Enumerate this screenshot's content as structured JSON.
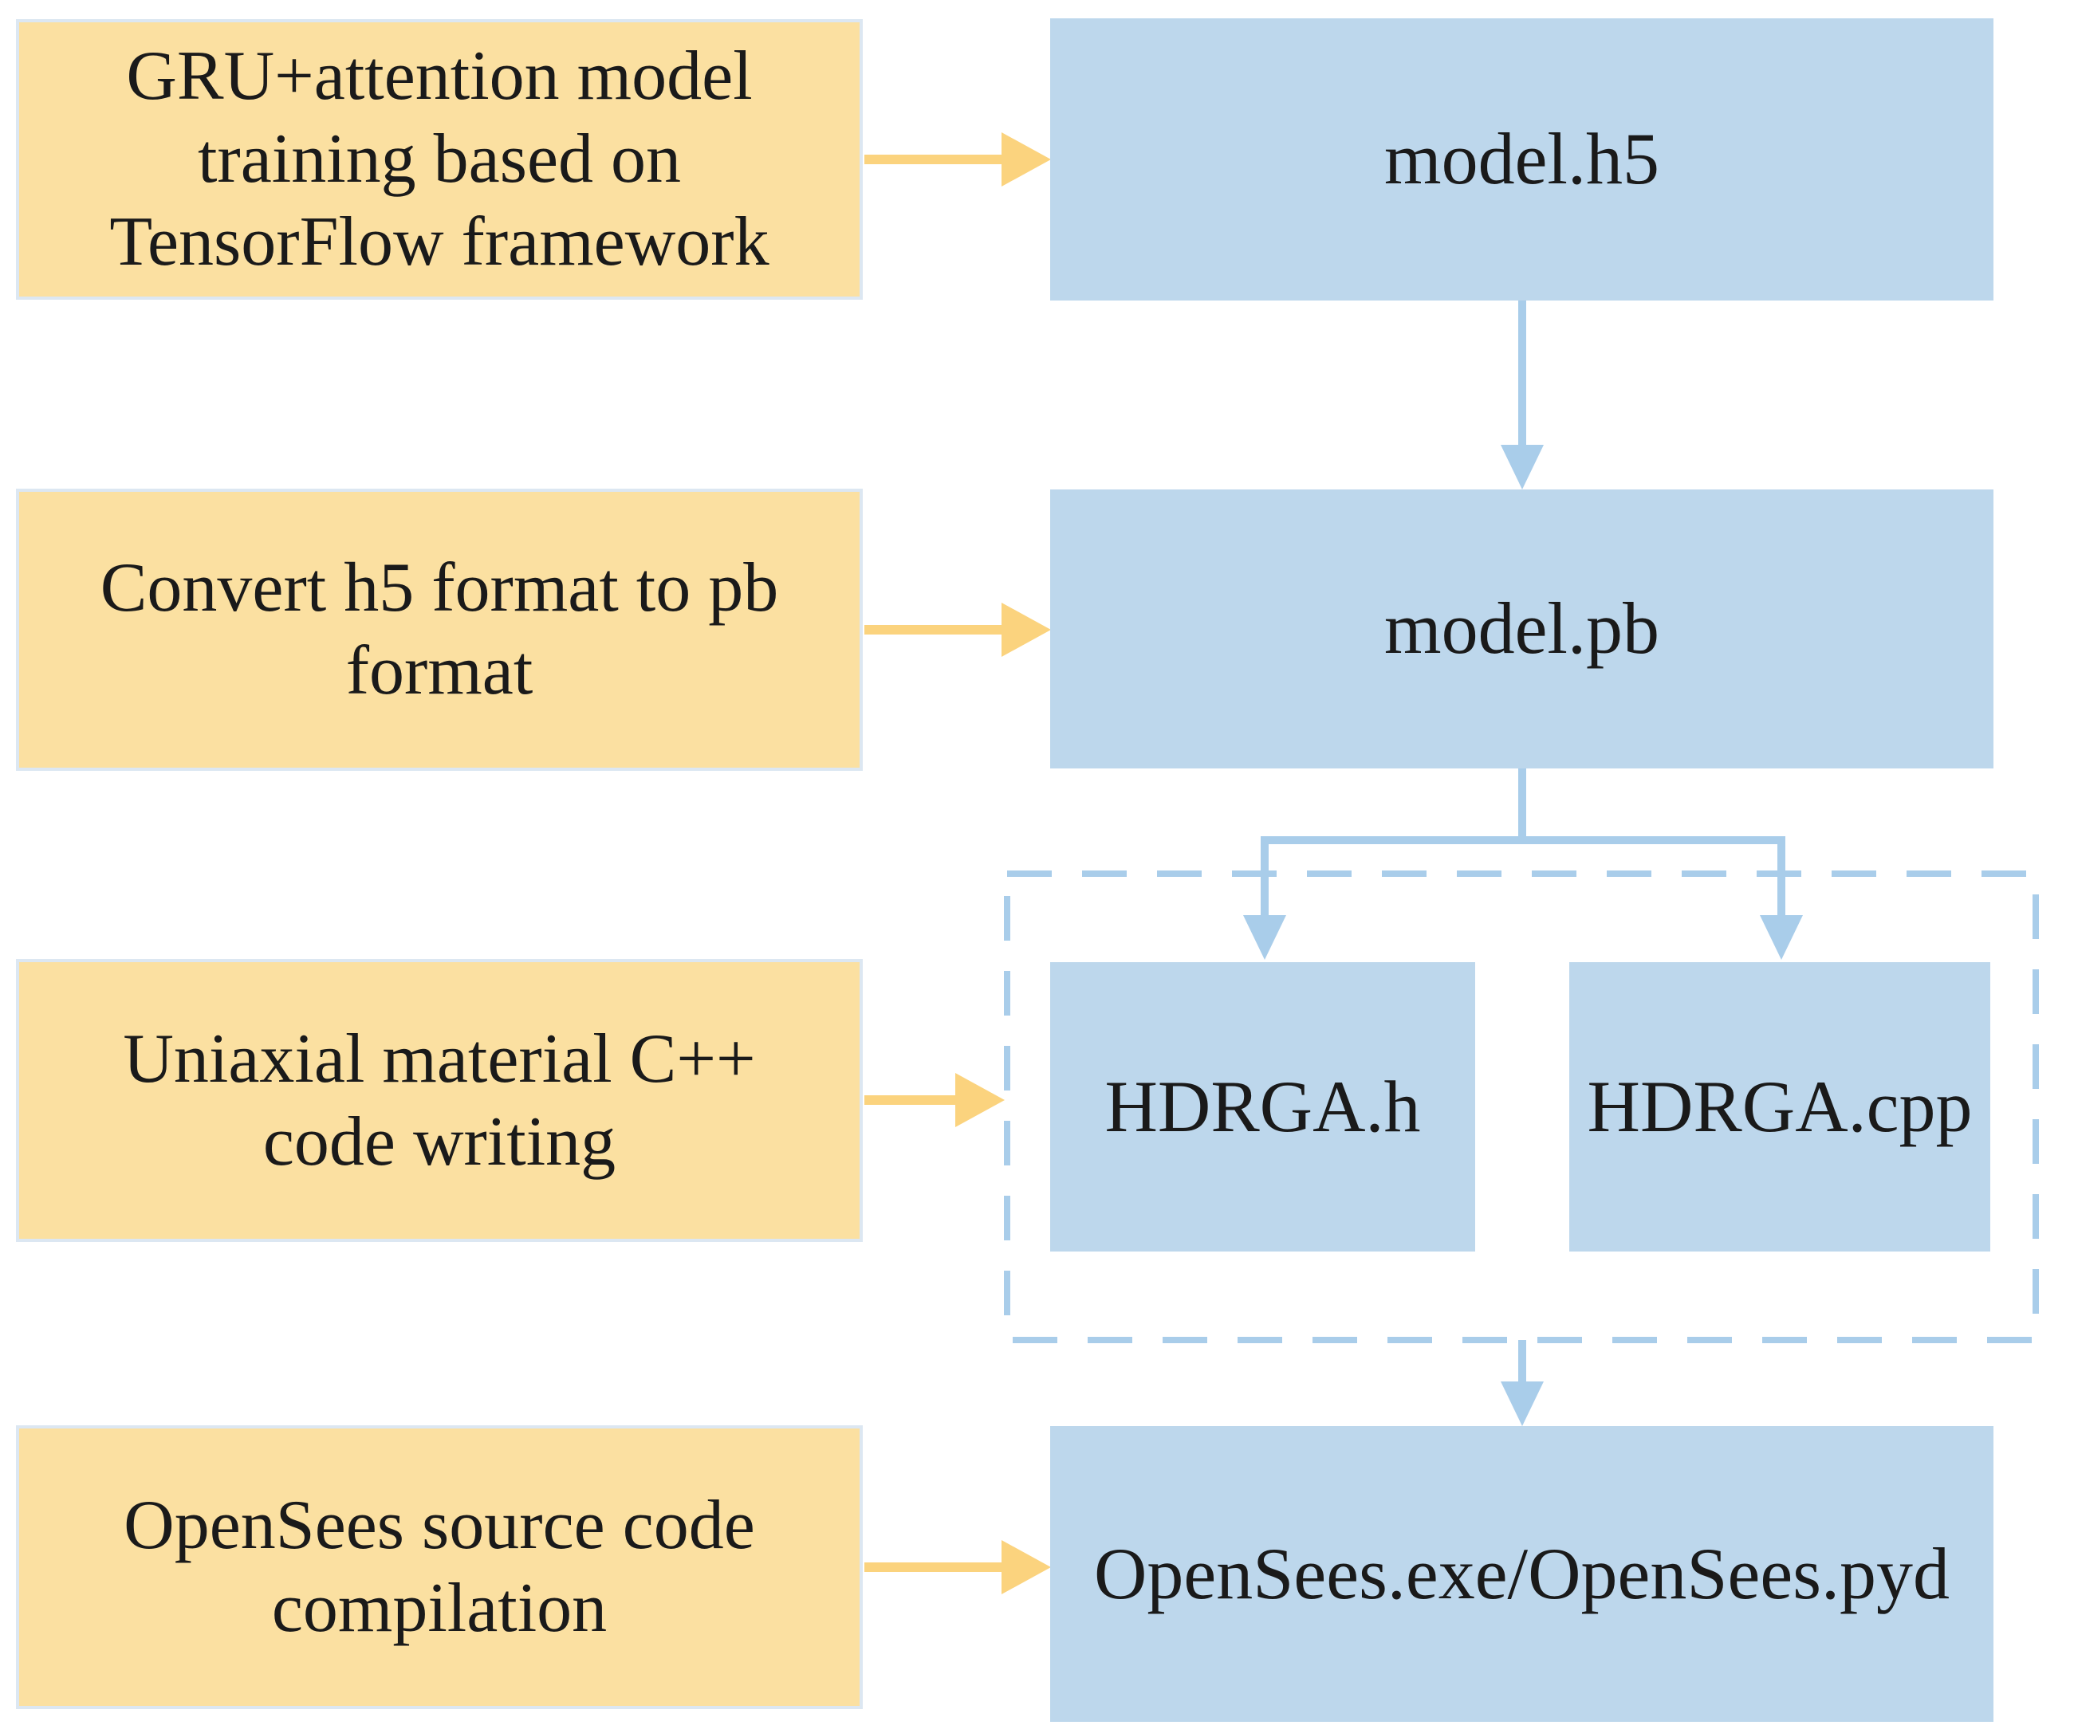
{
  "diagram": {
    "type": "flowchart",
    "steps": {
      "step1": {
        "process": "GRU+attention model training based on TensorFlow framework",
        "artifact": "model.h5"
      },
      "step2": {
        "process": "Convert h5 format to pb format",
        "artifact": "model.pb"
      },
      "step3": {
        "process": "Uniaxial material C++ code writing",
        "artifacts": {
          "header_file": "HDRGA.h",
          "source_file": "HDRGA.cpp"
        }
      },
      "step4": {
        "process": "OpenSees source code compilation",
        "artifact": "OpenSees.exe/OpenSees.pyd"
      }
    }
  },
  "colors": {
    "background": "#ffffff",
    "text_color": "#1a1a1a",
    "process_fill": "#fbe0a1",
    "process_border": "#dce7f2",
    "artifact_fill": "#bdd7ec",
    "connector_blue": "#a9cdea",
    "connector_yellow": "#fbd37e"
  }
}
